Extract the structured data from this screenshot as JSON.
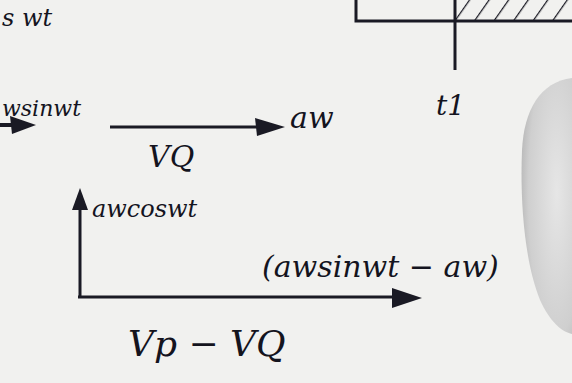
{
  "diagram": {
    "labels": [
      "s wt",
      "wsinwt",
      "aw",
      "VQ",
      "t1",
      "awcoswt",
      "(awsinwt − aw)",
      "Vp − VQ"
    ]
  }
}
